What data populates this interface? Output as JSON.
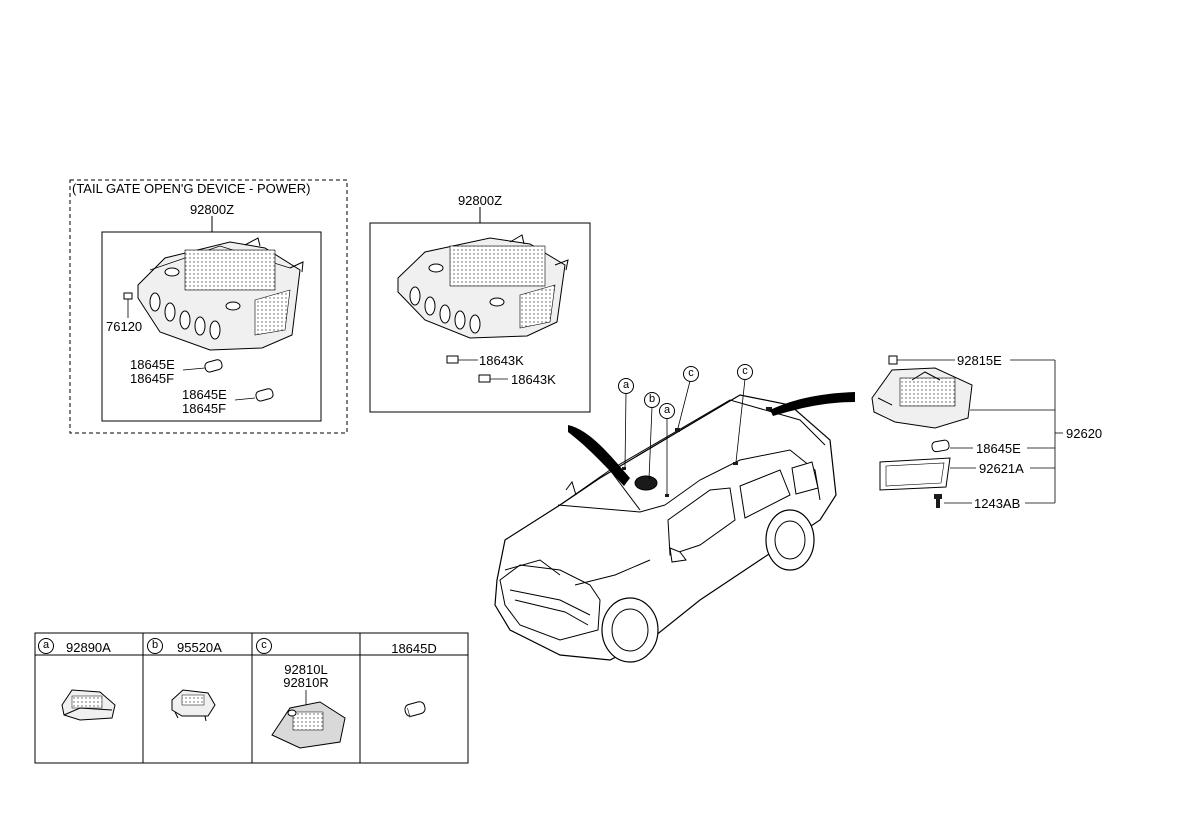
{
  "colors": {
    "line": "#000000",
    "part_fill": "#f2f2f2",
    "part_shade": "#d9d9d9",
    "dark_part": "#1a1a1a",
    "background": "#ffffff"
  },
  "left_group": {
    "caption": "(TAIL GATE OPEN'G DEVICE - POWER)",
    "assembly": "92800Z",
    "switch": "76120",
    "bulb1_a": "18645E",
    "bulb1_b": "18645F",
    "bulb2_a": "18645E",
    "bulb2_b": "18645F"
  },
  "middle_group": {
    "assembly": "92800Z",
    "socket1": "18643K",
    "socket2": "18643K"
  },
  "vehicle_callouts": {
    "a1": "a",
    "b": "b",
    "a2": "a",
    "c1": "c",
    "c2": "c"
  },
  "right_group": {
    "lens_cover": "92815E",
    "assembly": "92620",
    "bulb": "18645E",
    "lens": "92621A",
    "screw": "1243AB"
  },
  "parts_table": {
    "cells": [
      {
        "letter": "a",
        "part": "92890A"
      },
      {
        "letter": "b",
        "part": "95520A"
      },
      {
        "letter": "c",
        "part": "92810L",
        "part2": "92810R"
      },
      {
        "letter": "",
        "part": "18645D"
      }
    ]
  }
}
